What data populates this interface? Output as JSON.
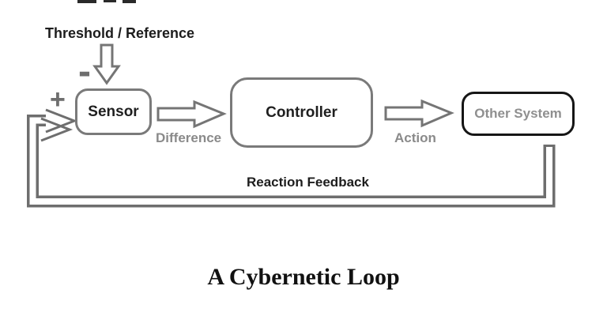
{
  "diagram": {
    "title": "A Cybernetic Loop",
    "nodes": {
      "sensor": "Sensor",
      "controller": "Controller",
      "other_system": "Other System"
    },
    "labels": {
      "threshold": "Threshold / Reference",
      "difference": "Difference",
      "action": "Action",
      "feedback": "Reaction Feedback",
      "minus_sign": "-",
      "plus_sign": "+"
    },
    "colors": {
      "arrow_gray": "#757575",
      "loop_gray": "#6e6e6e",
      "box_border_gray": "#7a7a7a",
      "box_border_black": "#161616",
      "text_black": "#1d1d1d",
      "text_gray": "#8a8a8a"
    }
  }
}
